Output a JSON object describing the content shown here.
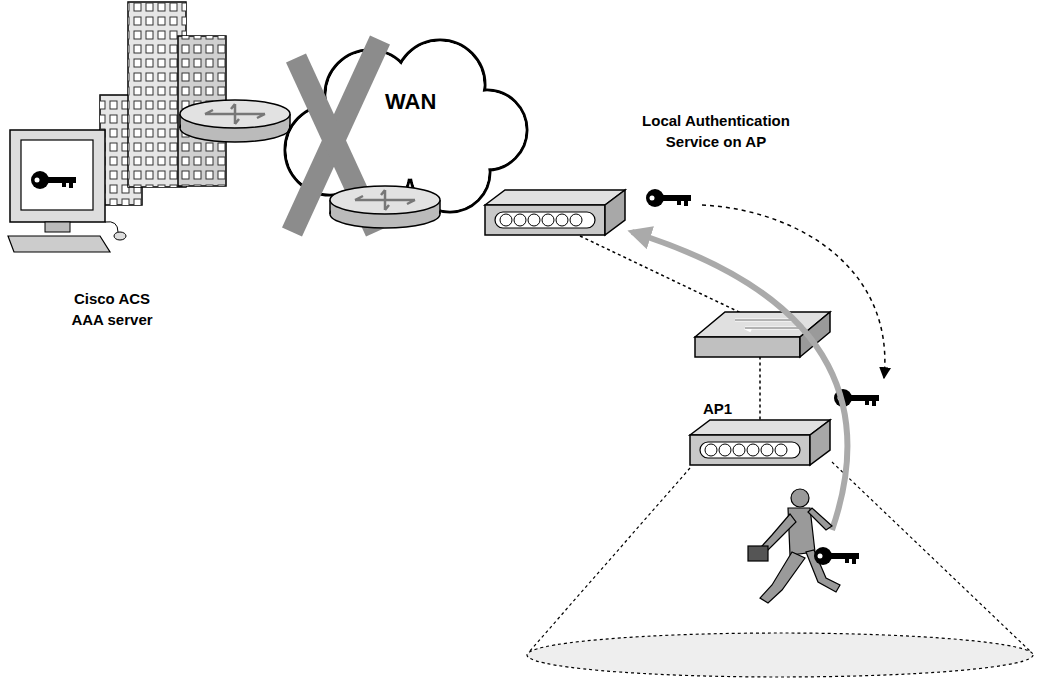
{
  "diagram": {
    "nodes": [
      {
        "text": [
          "Cisco ACS AAA server"
        ]
      },
      {
        "text": [
          "WAN"
        ]
      },
      {
        "text": [
          "Local Authentication Service on AP"
        ]
      },
      {
        "text": [
          "AP1"
        ]
      }
    ],
    "edges": [
      {
        "from": 2,
        "to": 3,
        "arrow": "none"
      }
    ]
  }
}
